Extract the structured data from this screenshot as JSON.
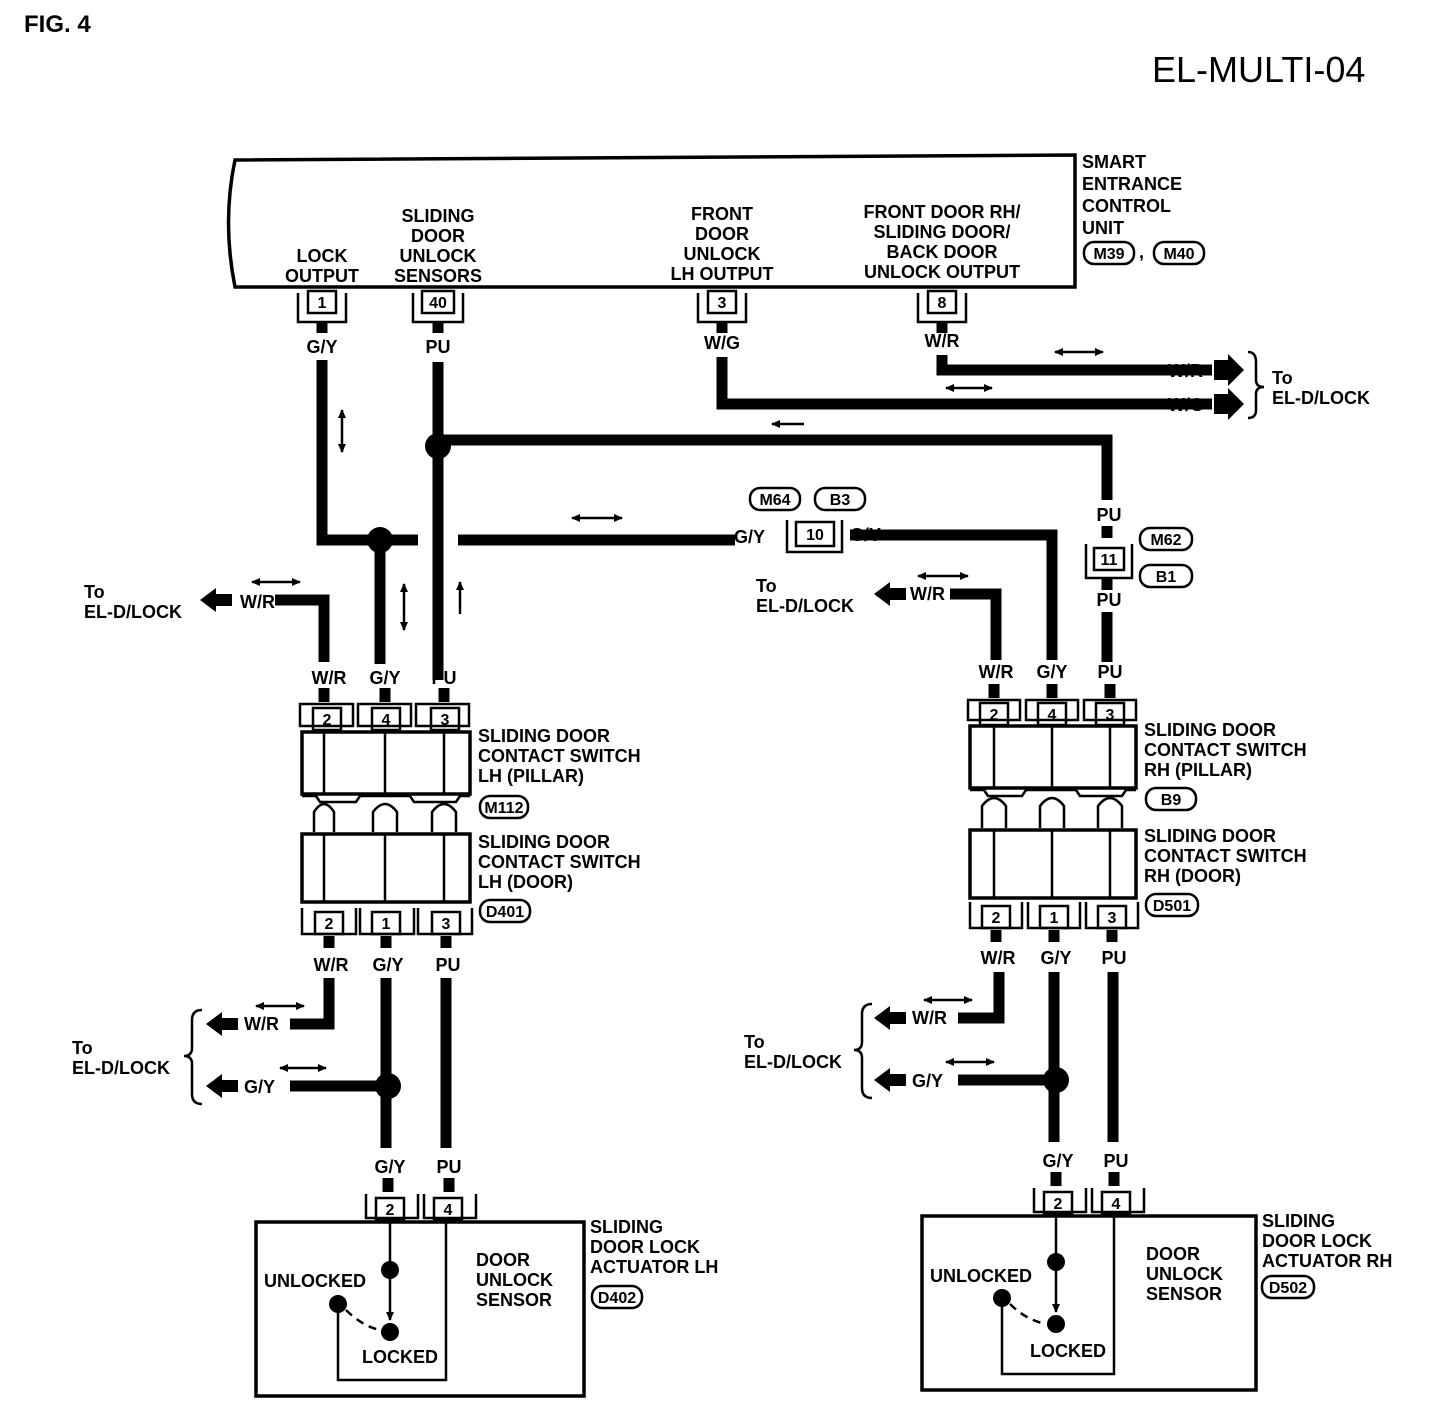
{
  "figure_label": "FIG. 4",
  "diagram_code": "EL-MULTI-04",
  "control_unit": {
    "lines": [
      "SMART",
      "ENTRANCE",
      "CONTROL",
      "UNIT"
    ],
    "conn_a": "M39",
    "sep": ",",
    "conn_b": "M40",
    "terminals": [
      {
        "pin": "1",
        "label": [
          "LOCK",
          "OUTPUT"
        ],
        "color": "G/Y"
      },
      {
        "pin": "40",
        "label": [
          "SLIDING",
          "DOOR",
          "UNLOCK",
          "SENSORS"
        ],
        "color": "PU"
      },
      {
        "pin": "3",
        "label": [
          "FRONT",
          "DOOR",
          "UNLOCK",
          "LH OUTPUT"
        ],
        "color": "W/G"
      },
      {
        "pin": "8",
        "label": [
          "FRONT DOOR RH/",
          "SLIDING DOOR/",
          "BACK DOOR",
          "UNLOCK OUTPUT"
        ],
        "color": "W/R"
      }
    ]
  },
  "to_lock_top": {
    "to": "To",
    "target": "EL-D/LOCK",
    "wr": "W/R",
    "wg": "W/G"
  },
  "junction_10": {
    "pin": "10",
    "conn_a": "M64",
    "conn_b": "B3",
    "left": "G/Y",
    "right": "G/Y"
  },
  "junction_11": {
    "pin": "11",
    "conn_a": "M62",
    "conn_b": "B1",
    "top": "PU",
    "bottom": "PU"
  },
  "lh": {
    "to_branch": {
      "to": "To",
      "target": "EL-D/LOCK",
      "color": "W/R"
    },
    "pillar": {
      "title": [
        "SLIDING DOOR",
        "CONTACT SWITCH",
        "LH (PILLAR)"
      ],
      "conn": "M112",
      "pins": [
        "2",
        "4",
        "3"
      ],
      "colors": [
        "W/R",
        "G/Y",
        "PU"
      ]
    },
    "door": {
      "title": [
        "SLIDING DOOR",
        "CONTACT SWITCH",
        "LH (DOOR)"
      ],
      "conn": "D401",
      "pins": [
        "2",
        "1",
        "3"
      ],
      "colors": [
        "W/R",
        "G/Y",
        "PU"
      ]
    },
    "to_bottom": {
      "to": "To",
      "target": "EL-D/LOCK",
      "wr": "W/R",
      "gy": "G/Y"
    },
    "actuator": {
      "title": [
        "SLIDING",
        "DOOR LOCK",
        "ACTUATOR LH"
      ],
      "conn": "D402",
      "pins": [
        "2",
        "4"
      ],
      "colors": [
        "G/Y",
        "PU"
      ],
      "sensor": [
        "DOOR",
        "UNLOCK",
        "SENSOR"
      ],
      "unlocked": "UNLOCKED",
      "locked": "LOCKED"
    }
  },
  "rh": {
    "to_branch": {
      "to": "To",
      "target": "EL-D/LOCK",
      "color": "W/R"
    },
    "pillar": {
      "title": [
        "SLIDING DOOR",
        "CONTACT SWITCH",
        "RH (PILLAR)"
      ],
      "conn": "B9",
      "pins": [
        "2",
        "4",
        "3"
      ],
      "colors": [
        "W/R",
        "G/Y",
        "PU"
      ]
    },
    "door": {
      "title": [
        "SLIDING DOOR",
        "CONTACT SWITCH",
        "RH (DOOR)"
      ],
      "conn": "D501",
      "pins": [
        "2",
        "1",
        "3"
      ],
      "colors": [
        "W/R",
        "G/Y",
        "PU"
      ]
    },
    "to_bottom": {
      "to": "To",
      "target": "EL-D/LOCK",
      "wr": "W/R",
      "gy": "G/Y"
    },
    "actuator": {
      "title": [
        "SLIDING",
        "DOOR LOCK",
        "ACTUATOR RH"
      ],
      "conn": "D502",
      "pins": [
        "2",
        "4"
      ],
      "colors": [
        "G/Y",
        "PU"
      ],
      "sensor": [
        "DOOR",
        "UNLOCK",
        "SENSOR"
      ],
      "unlocked": "UNLOCKED",
      "locked": "LOCKED"
    }
  }
}
